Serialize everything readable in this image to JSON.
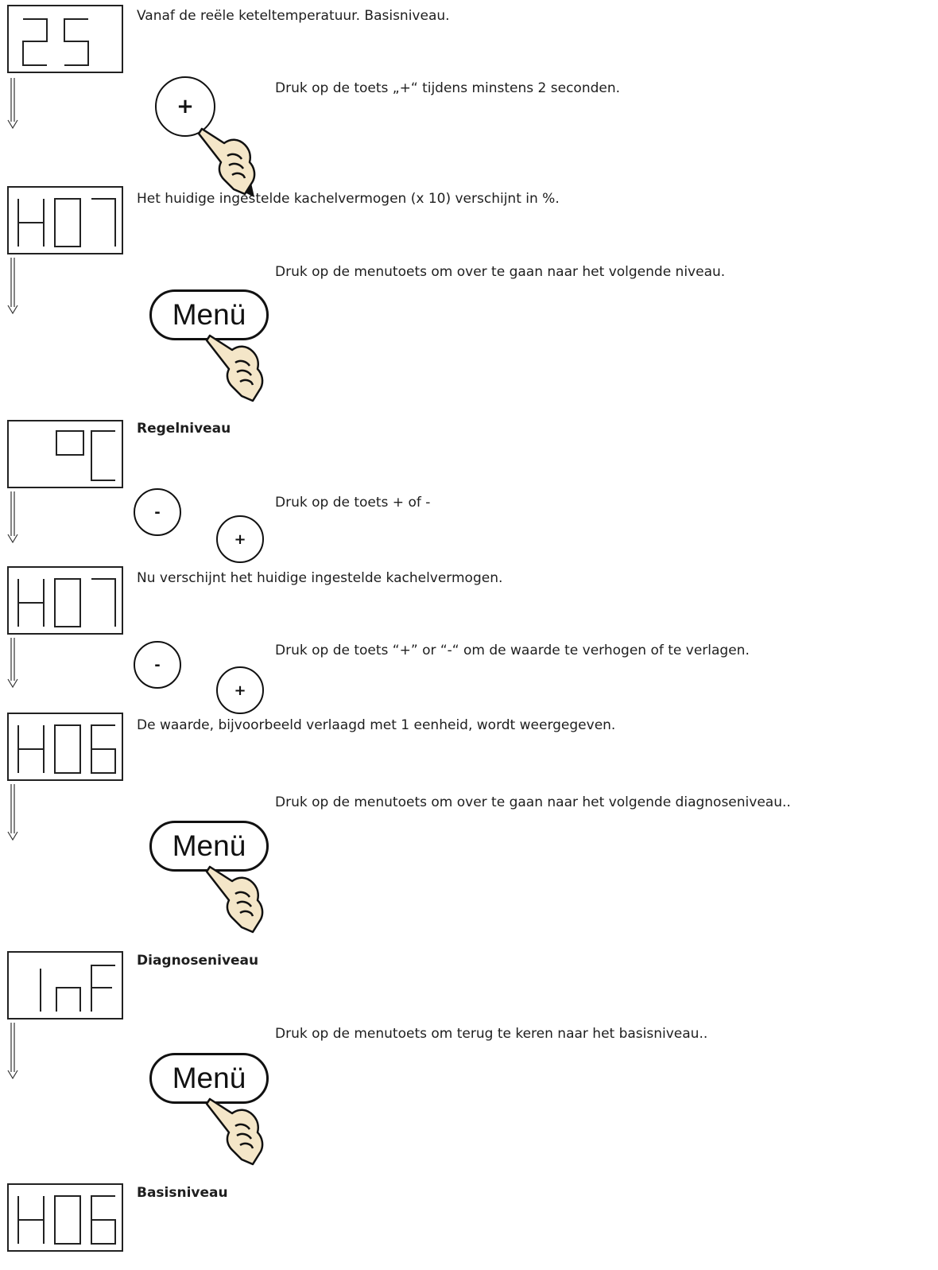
{
  "steps": [
    {
      "display": "25",
      "text": "Vanaf de reële keteltemperatuur. Basisniveau.",
      "bold": false
    },
    {
      "text": "Druk op de toets „+“ tijdens minstens 2 seconden."
    },
    {
      "display": "H07",
      "text": "Het huidige ingestelde kachelvermogen (x 10) verschijnt in %.",
      "bold": false
    },
    {
      "text": "Druk op de menutoets om over te gaan naar het volgende niveau."
    },
    {
      "display": "°C",
      "text": "Regelniveau",
      "bold": true
    },
    {
      "text": "Druk op de toets + of -"
    },
    {
      "display": "H07",
      "text": "Nu verschijnt het huidige ingestelde kachelvermogen.",
      "bold": false
    },
    {
      "text": "Druk op de toets “+” or “-“ om de waarde te verhogen of te verlagen."
    },
    {
      "display": "H06",
      "text": "De waarde, bijvoorbeeld verlaagd met 1 eenheid, wordt weergegeven.",
      "bold": false
    },
    {
      "text": "Druk op de menutoets om over te gaan naar het volgende diagnoseniveau.."
    },
    {
      "display": "InF",
      "text": "Diagnoseniveau",
      "bold": true
    },
    {
      "text": "Druk op de menutoets om terug te keren naar het basisniveau.."
    },
    {
      "display": "H06",
      "text": "Basisniveau",
      "bold": true
    }
  ],
  "buttons": {
    "plus": "+",
    "minus": "-",
    "menu": "Menü"
  }
}
